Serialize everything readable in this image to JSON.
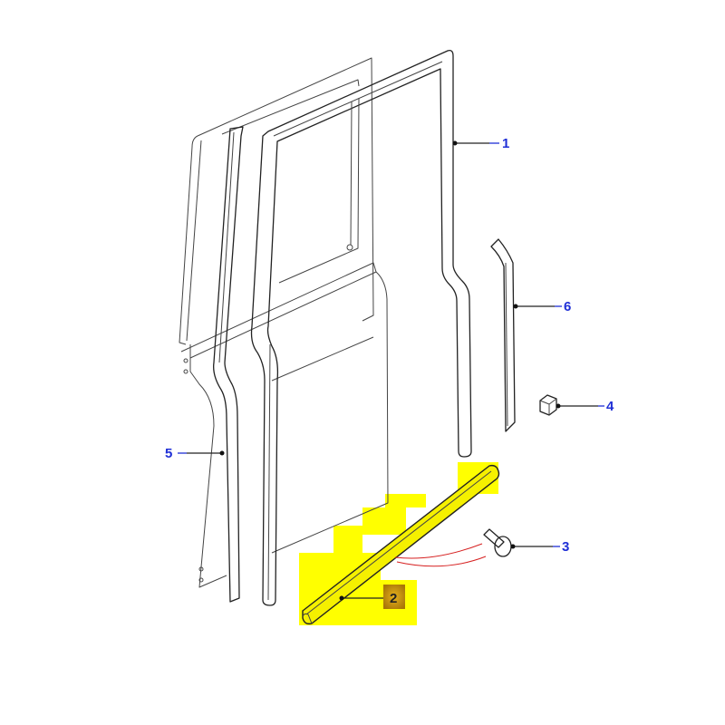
{
  "diagram": {
    "type": "exploded-parts-view",
    "subject": "door seals and trim",
    "highlight_color": "#ffff00",
    "selected_badge_color": "#c8960c",
    "label_color": "#1f2fd6",
    "selected_label_color": "#222222",
    "callouts": [
      {
        "id": "1",
        "label": "1",
        "selected": false
      },
      {
        "id": "2",
        "label": "2",
        "selected": true
      },
      {
        "id": "3",
        "label": "3",
        "selected": false
      },
      {
        "id": "4",
        "label": "4",
        "selected": false
      },
      {
        "id": "5",
        "label": "5",
        "selected": false
      },
      {
        "id": "6",
        "label": "6",
        "selected": false
      }
    ]
  }
}
